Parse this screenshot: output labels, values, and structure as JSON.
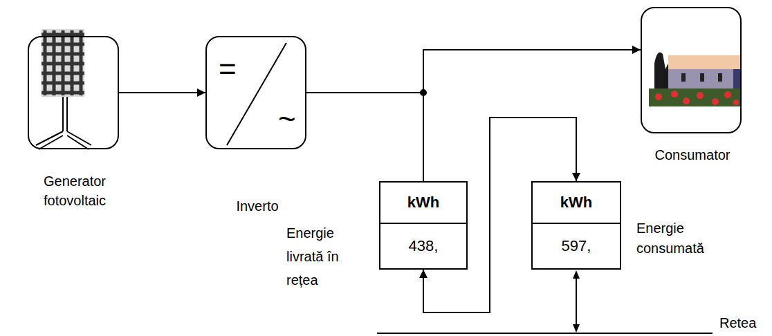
{
  "diagram": {
    "nodes": [
      {
        "text": [
          "Generator fotovoltaic"
        ]
      },
      {
        "text": [
          "Inverto"
        ]
      },
      {
        "text": [
          "Consumator"
        ]
      },
      {
        "text": [
          "kWh",
          "438,",
          "Energie livrată în rețea"
        ]
      },
      {
        "text": [
          "kWh",
          "597,",
          "Energie consumată"
        ]
      }
    ],
    "edges": [
      {
        "from": 0,
        "to": 1,
        "arrow": "to"
      },
      {
        "from": 1,
        "to": 2,
        "arrow": "to"
      },
      {
        "from": 1,
        "to": 3,
        "arrow": "none"
      },
      {
        "from": 3,
        "to": 4,
        "arrow": "both"
      }
    ],
    "labels": [
      "=",
      "~",
      "Retea"
    ]
  }
}
